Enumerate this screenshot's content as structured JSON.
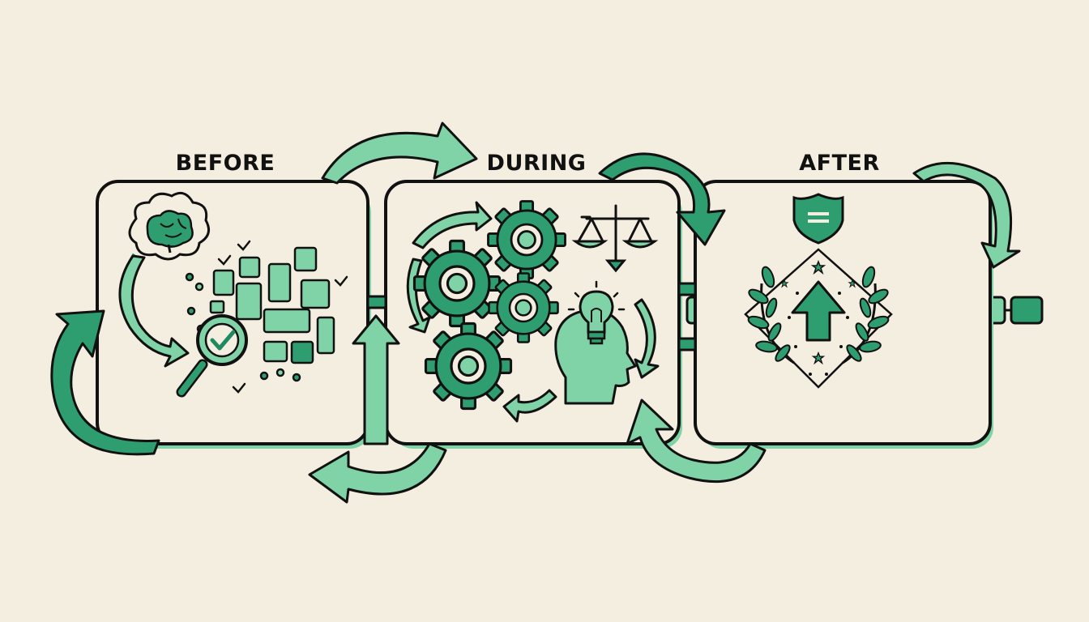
{
  "diagram": {
    "stages": [
      {
        "id": "before",
        "label": "BEFORE"
      },
      {
        "id": "during",
        "label": "DURING"
      },
      {
        "id": "after",
        "label": "AFTER"
      }
    ],
    "colors": {
      "background": "#f4eee0",
      "outline": "#111111",
      "accent_light": "#7fd3a6",
      "accent_mid": "#3fae7e",
      "accent_dark": "#1f8a60"
    },
    "icons": {
      "before": [
        "brain-thought-icon",
        "magnifier-check-icon",
        "scattered-blocks-icon",
        "checkmark-icon"
      ],
      "during": [
        "gear-icon",
        "balance-scale-icon",
        "lightbulb-head-icon",
        "cycle-arrow-icon"
      ],
      "after": [
        "shield-icon",
        "laurel-wreath-icon",
        "up-arrow-icon",
        "star-icon",
        "chain-link-icon"
      ]
    }
  }
}
